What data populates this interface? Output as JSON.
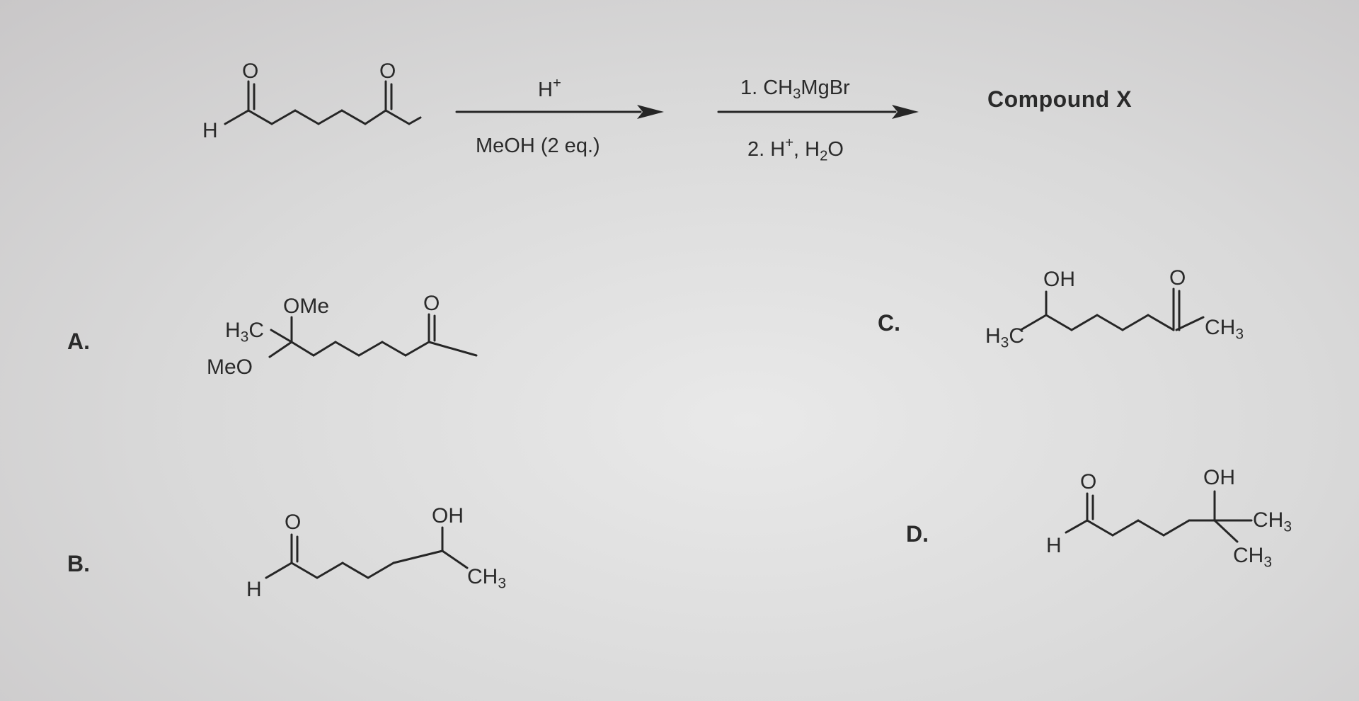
{
  "reaction": {
    "step1": {
      "above": "H+",
      "below": "MeOH (2 eq.)"
    },
    "step2": {
      "line1": "1. CH3MgBr",
      "line2": "2. H+, H2O"
    },
    "product": "Compound X"
  },
  "choices": [
    {
      "letter": "A."
    },
    {
      "letter": "B."
    },
    {
      "letter": "C."
    },
    {
      "letter": "D."
    }
  ],
  "atom_labels": {
    "o": "O",
    "h": "H",
    "oh": "OH",
    "ome": "OMe",
    "meo": "MeO",
    "h3c": "H3C",
    "ch3": "CH3"
  }
}
